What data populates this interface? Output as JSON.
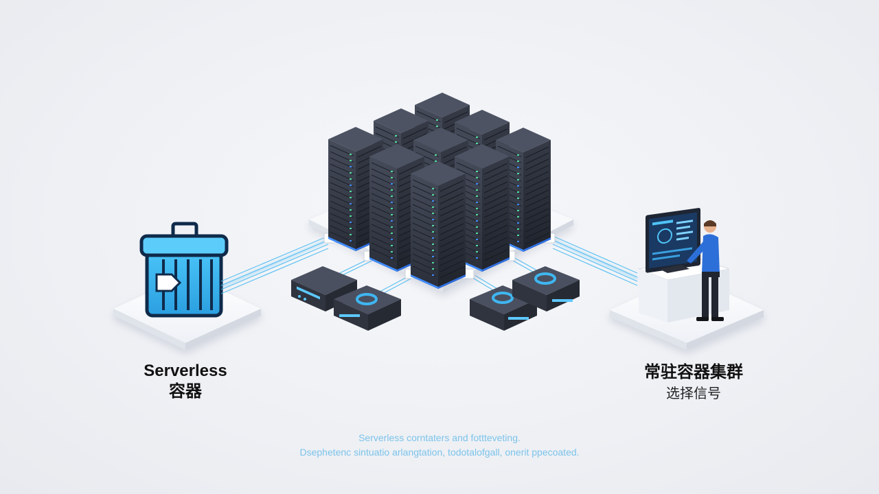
{
  "left_node": {
    "icon": "trash-container-icon",
    "title_line1": "Serverless",
    "title_line2": "容器"
  },
  "right_node": {
    "icon": "operator-workstation-icon",
    "title": "常驻容器集群",
    "subtitle": "选择信号"
  },
  "center_node": {
    "icon": "server-cluster-icon"
  },
  "caption": {
    "line1": "Serverless corntaters and fottteveting.",
    "line2": "Dsephetenc sintuatio arlangtation, todotalofgall, onerit ppecoated."
  },
  "colors": {
    "accent": "#3fb6f0",
    "server_body": "#3b4150",
    "led_green": "#52e0a0",
    "led_blue": "#3f8cff",
    "caption": "#7cc3ea"
  }
}
